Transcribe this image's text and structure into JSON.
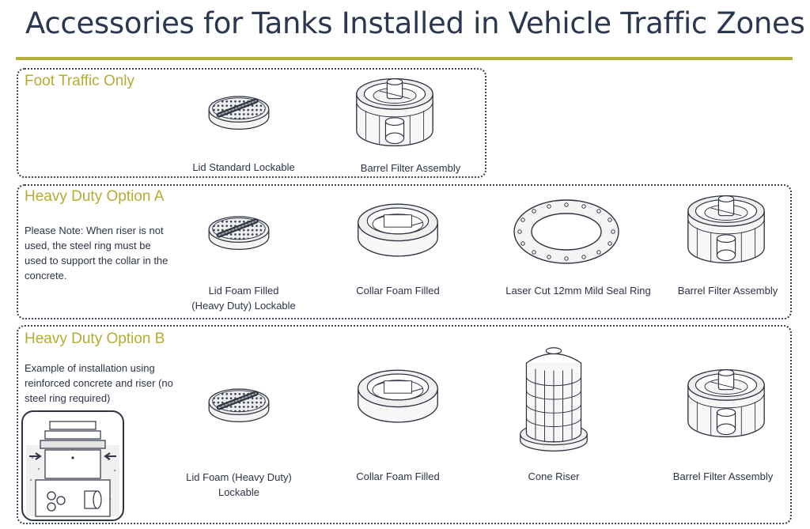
{
  "page": {
    "title": "Accessories for Tanks Installed in Vehicle Traffic Zones",
    "accent_color": "#b3b03c",
    "heading_color": "#2b3750"
  },
  "sections": {
    "foot": {
      "title": "Foot Traffic Only",
      "items": [
        {
          "icon": "lid-lockable-icon",
          "caption": "Lid Standard Lockable"
        },
        {
          "icon": "barrel-filter-icon",
          "caption": "Barrel Filter Assembly"
        }
      ]
    },
    "option_a": {
      "title": "Heavy Duty Option A",
      "note": "Please Note: When riser is not used, the steel ring must be used to support the collar in the concrete.",
      "items": [
        {
          "icon": "lid-foam-filled-icon",
          "caption_line1": "Lid Foam Filled",
          "caption_line2": "(Heavy Duty) Lockable"
        },
        {
          "icon": "collar-icon",
          "caption": "Collar Foam Filled"
        },
        {
          "icon": "seal-ring-icon",
          "caption": "Laser Cut 12mm Mild Seal Ring"
        },
        {
          "icon": "barrel-filter-icon",
          "caption": "Barrel Filter Assembly"
        }
      ]
    },
    "option_b": {
      "title": "Heavy Duty Option B",
      "note": "Example of installation using reinforced concrete and riser (no steel ring required)",
      "items": [
        {
          "icon": "lid-foam-icon",
          "caption_line1": "Lid Foam (Heavy Duty)",
          "caption_line2": "Lockable"
        },
        {
          "icon": "collar-icon",
          "caption": "Collar Foam Filled"
        },
        {
          "icon": "cone-riser-icon",
          "caption": "Cone Riser"
        },
        {
          "icon": "barrel-filter-icon",
          "caption": "Barrel Filter Assembly"
        }
      ]
    }
  }
}
